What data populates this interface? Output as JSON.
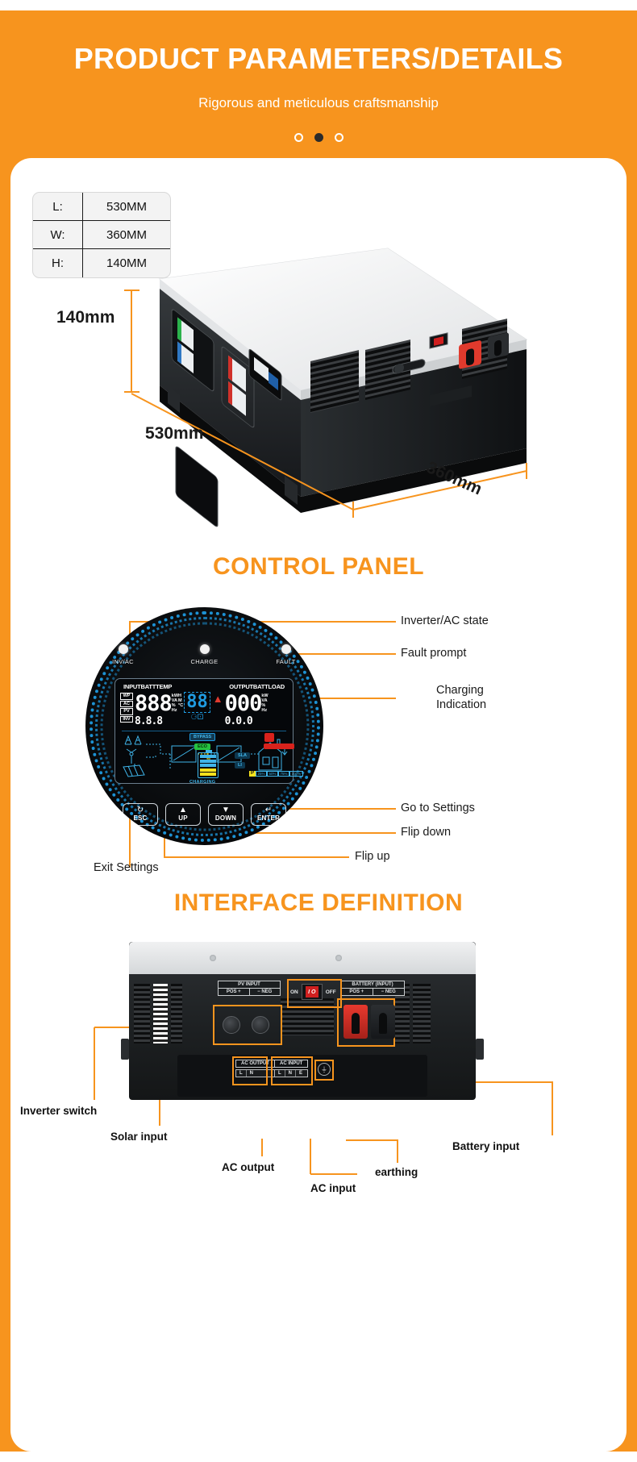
{
  "theme": {
    "accent": "#F7941E",
    "card_bg": "#FFFFFF",
    "text": "#1A1A1A"
  },
  "header": {
    "title": "PRODUCT PARAMETERS/DETAILS",
    "subtitle": "Rigorous and meticulous craftsmanship",
    "dots": [
      "inactive",
      "active",
      "inactive"
    ]
  },
  "dimensions_table": {
    "rows": [
      {
        "key": "L:",
        "value": "530MM"
      },
      {
        "key": "W:",
        "value": "360MM"
      },
      {
        "key": "H:",
        "value": "140MM"
      }
    ]
  },
  "hero": {
    "height_label": "140mm",
    "length_label": "530mm",
    "width_label": "360mm"
  },
  "control_panel": {
    "title": "CONTROL PANEL",
    "leds": [
      {
        "label": "INV/AC"
      },
      {
        "label": "CHARGE"
      },
      {
        "label": "FAULT"
      }
    ],
    "lcd": {
      "head_left": "INPUTBATTTEMP",
      "head_right": "OUTPUTBATTLOAD",
      "source_tags": [
        "WP",
        "AC",
        "PV",
        "INV"
      ],
      "left_value": "888",
      "left_value_sub": "8.8.8",
      "left_units": [
        "kW",
        "VA",
        "%",
        "Hz"
      ],
      "left_units_extra": [
        "H",
        "M",
        "°C"
      ],
      "mid_value": "88",
      "right_value": "000",
      "right_value_sub": "0.0.0",
      "right_units": [
        "kW",
        "VA",
        "%",
        "Hz"
      ],
      "badges": {
        "bypass": "BYPASS",
        "eco": "ECO",
        "sla": "SLA",
        "li": "LI"
      },
      "charging_label": "CHARGING",
      "pv_tag": "P",
      "pv_sub": "PV",
      "pv_cells": [
        "25%",
        "50%",
        "75%",
        "100%"
      ]
    },
    "buttons": [
      {
        "glyph": "↻",
        "label": "ESC"
      },
      {
        "glyph": "▲",
        "label": "UP"
      },
      {
        "glyph": "▼",
        "label": "DOWN"
      },
      {
        "glyph": "↵",
        "label": "ENTER"
      }
    ],
    "callouts": {
      "inverter_ac_state": "Inverter/AC state",
      "fault_prompt": "Fault prompt",
      "charging_indication_l1": "Charging",
      "charging_indication_l2": "Indication",
      "go_to_settings": "Go to Settings",
      "flip_down": "Flip down",
      "flip_up": "Flip up",
      "exit_settings": "Exit Settings"
    }
  },
  "interface": {
    "title": "INTERFACE DEFINITION",
    "panel_labels": {
      "pv_input": {
        "title": "PV  INPUT",
        "left": "POS  +",
        "right": "−  NEG"
      },
      "battery_input": {
        "title": "BATTERY (INPUT)",
        "left": "POS  +",
        "right": "−  NEG"
      },
      "switch_on": "ON",
      "switch_off": "OFF",
      "switch_glyph": "I O",
      "ac_output": {
        "title": "AC OUTPUT",
        "pins": [
          "L",
          "N"
        ]
      },
      "ac_input": {
        "title": "AC INPUT",
        "pins": [
          "L",
          "N",
          "E"
        ]
      },
      "earth_glyph": "⏚"
    },
    "callouts": [
      {
        "text": "Inverter switch"
      },
      {
        "text": "Solar input"
      },
      {
        "text": "AC output"
      },
      {
        "text": "AC input"
      },
      {
        "text": "earthing"
      },
      {
        "text": "Battery input"
      }
    ]
  }
}
